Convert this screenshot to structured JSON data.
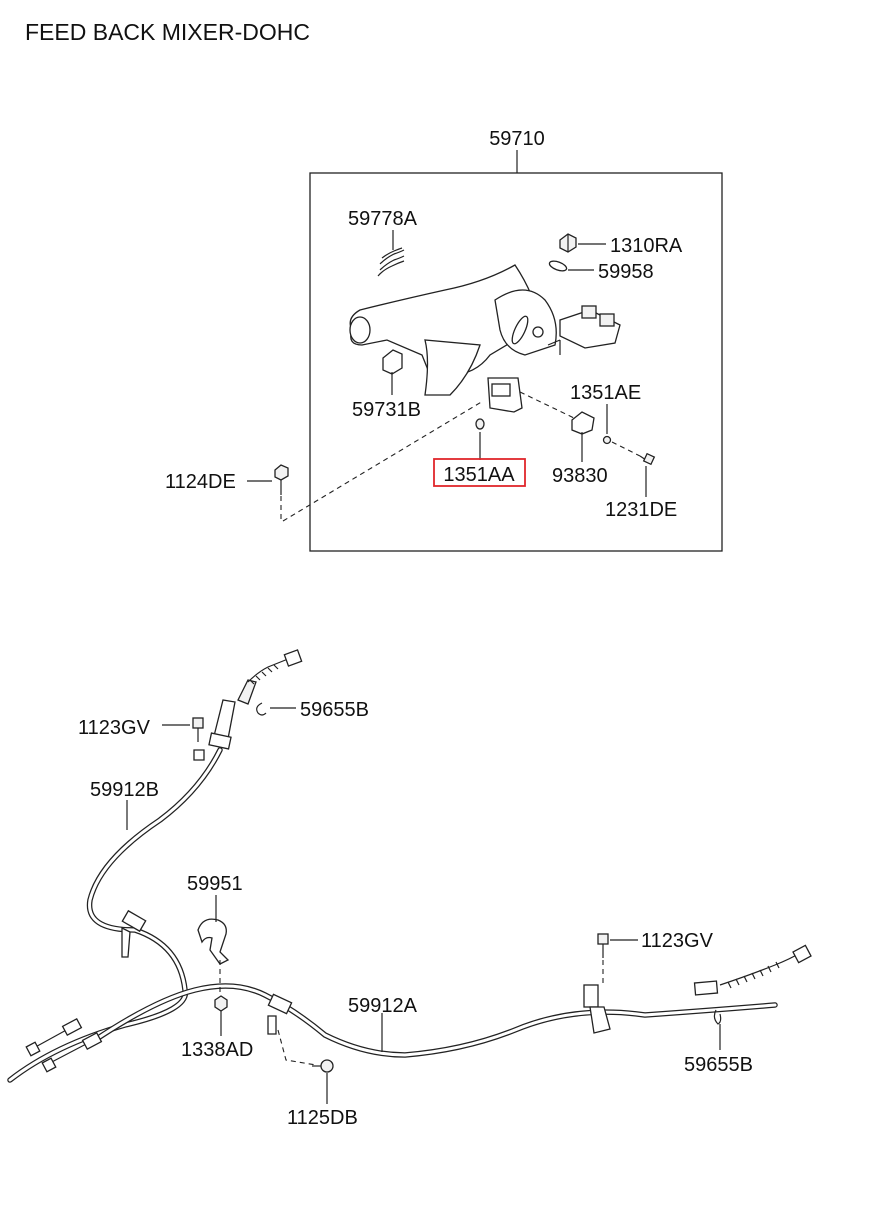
{
  "title": "FEED BACK MIXER-DOHC",
  "highlight_color": "#e0262b",
  "labels": {
    "p59710": "59710",
    "p59778A": "59778A",
    "p1310RA": "1310RA",
    "p59958": "59958",
    "p59731B": "59731B",
    "p1351AE": "1351AE",
    "p1124DE": "1124DE",
    "p1351AA": "1351AA",
    "p93830": "93830",
    "p1231DE": "1231DE",
    "p59655B_top": "59655B",
    "p1123GV_left": "1123GV",
    "p59912B": "59912B",
    "p59951": "59951",
    "p1123GV_right": "1123GV",
    "p59912A": "59912A",
    "p1338AD": "1338AD",
    "p59655B_bottom": "59655B",
    "p1125DB": "1125DB"
  }
}
